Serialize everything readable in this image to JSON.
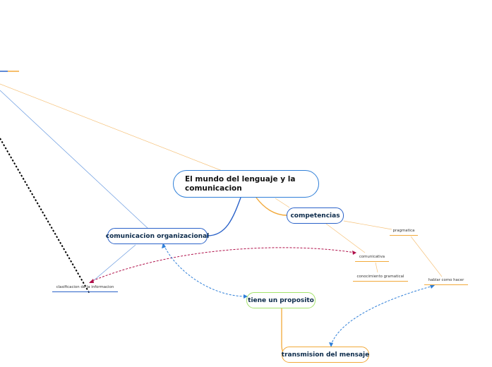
{
  "central": {
    "title": "El mundo del lenguaje y la comunicacion"
  },
  "topics": {
    "comunicacion_organizacional": "comunicacion organizacional",
    "competencias": "competencias",
    "tiene_un_proposito": "tiene un proposito",
    "transmision_del_mensaje": "transmision del mensaje"
  },
  "subtopics": {
    "pragmatica": "pragmatica",
    "comunicativa": "comunicativa",
    "conocimiento_gramatical": "conocimiento gramatical",
    "hablar_como_hacer": "hablar como hacer",
    "clasificacion": "clasificacion de la informacion"
  },
  "colors": {
    "blue": "#2a62c9",
    "light_blue": "#2f7fd8",
    "orange": "#f2a93a",
    "light_orange": "#f6c27a",
    "green": "#a3e26a",
    "dashed_red": "#b0104a",
    "dotted_black": "#000000"
  }
}
